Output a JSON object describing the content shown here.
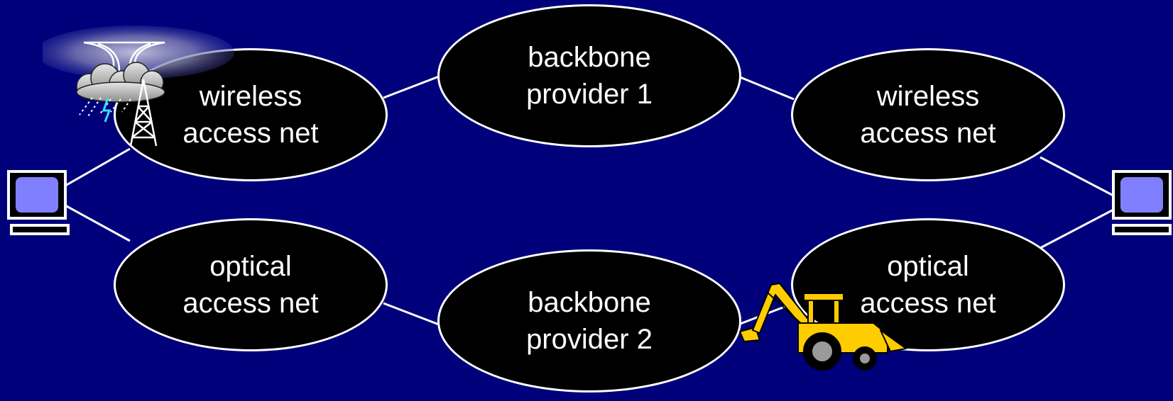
{
  "nodes": {
    "wireless_left": {
      "line1": "wireless",
      "line2": "access net"
    },
    "backbone_1": {
      "line1": "backbone",
      "line2": "provider 1"
    },
    "wireless_right": {
      "line1": "wireless",
      "line2": "access net"
    },
    "optical_left": {
      "line1": "optical",
      "line2": "access net"
    },
    "backbone_2": {
      "line1": "backbone",
      "line2": "provider 2"
    },
    "optical_right": {
      "line1": "optical",
      "line2": "access net"
    }
  },
  "icons": {
    "left_host": "computer-icon",
    "right_host": "computer-icon",
    "storm": "storm-cloud-lightning-icon",
    "tower": "radio-tower-icon",
    "digger": "backhoe-excavator-icon"
  },
  "colors": {
    "background": "#00007b",
    "node_fill": "#000000",
    "outline": "#ffffff",
    "screen": "#8080ff",
    "excavator": "#ffcc00"
  }
}
